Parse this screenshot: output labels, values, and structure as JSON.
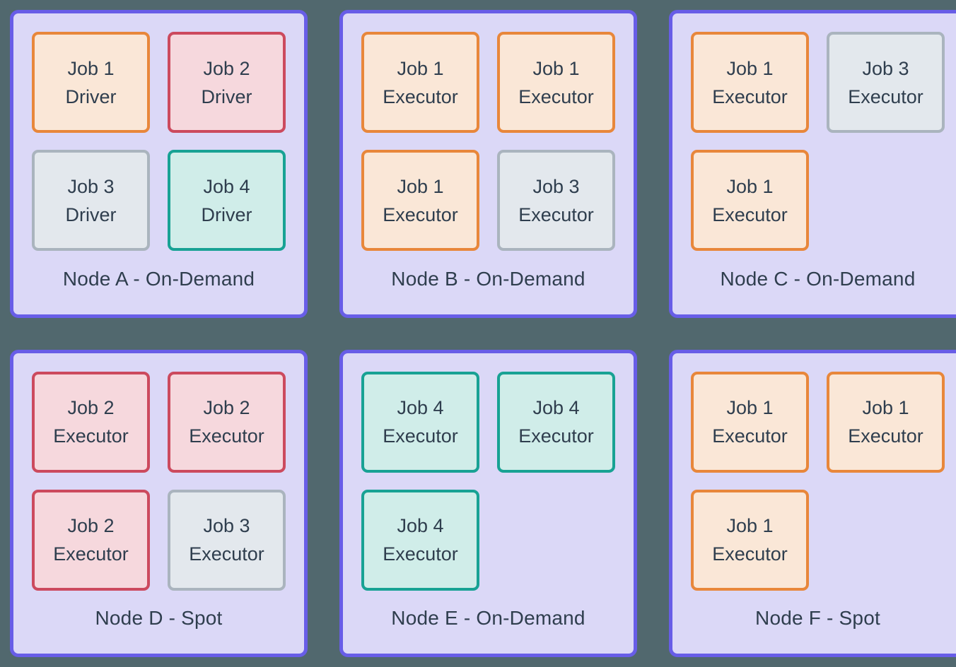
{
  "diagram": {
    "background_color": "#51686E",
    "node_border_color": "#685DE7",
    "node_fill_color": "#DBD8F7",
    "text_color": "#2F3E4E",
    "job_styles": {
      "job1": {
        "border": "#E8873B",
        "fill": "#FAE7D7"
      },
      "job2": {
        "border": "#CC4A5E",
        "fill": "#F6D8DD"
      },
      "job3": {
        "border": "#AAB4BE",
        "fill": "#E3E8ED"
      },
      "job4": {
        "border": "#18A294",
        "fill": "#D0EDE9"
      }
    },
    "nodes": [
      {
        "label": "Node A - On-Demand",
        "jobs": [
          {
            "job": "Job 1",
            "role": "Driver",
            "style": "job1"
          },
          {
            "job": "Job 2",
            "role": "Driver",
            "style": "job2"
          },
          {
            "job": "Job 3",
            "role": "Driver",
            "style": "job3"
          },
          {
            "job": "Job 4",
            "role": "Driver",
            "style": "job4"
          }
        ]
      },
      {
        "label": "Node B - On-Demand",
        "jobs": [
          {
            "job": "Job 1",
            "role": "Executor",
            "style": "job1"
          },
          {
            "job": "Job 1",
            "role": "Executor",
            "style": "job1"
          },
          {
            "job": "Job 1",
            "role": "Executor",
            "style": "job1"
          },
          {
            "job": "Job 3",
            "role": "Executor",
            "style": "job3"
          }
        ]
      },
      {
        "label": "Node C - On-Demand",
        "jobs": [
          {
            "job": "Job 1",
            "role": "Executor",
            "style": "job1"
          },
          {
            "job": "Job 3",
            "role": "Executor",
            "style": "job3"
          },
          {
            "job": "Job 1",
            "role": "Executor",
            "style": "job1"
          }
        ]
      },
      {
        "label": "Node D - Spot",
        "jobs": [
          {
            "job": "Job 2",
            "role": "Executor",
            "style": "job2"
          },
          {
            "job": "Job 2",
            "role": "Executor",
            "style": "job2"
          },
          {
            "job": "Job 2",
            "role": "Executor",
            "style": "job2"
          },
          {
            "job": "Job 3",
            "role": "Executor",
            "style": "job3"
          }
        ]
      },
      {
        "label": "Node E - On-Demand",
        "jobs": [
          {
            "job": "Job 4",
            "role": "Executor",
            "style": "job4"
          },
          {
            "job": "Job 4",
            "role": "Executor",
            "style": "job4"
          },
          {
            "job": "Job 4",
            "role": "Executor",
            "style": "job4"
          }
        ]
      },
      {
        "label": "Node F - Spot",
        "jobs": [
          {
            "job": "Job 1",
            "role": "Executor",
            "style": "job1"
          },
          {
            "job": "Job 1",
            "role": "Executor",
            "style": "job1"
          },
          {
            "job": "Job 1",
            "role": "Executor",
            "style": "job1"
          }
        ]
      }
    ]
  }
}
